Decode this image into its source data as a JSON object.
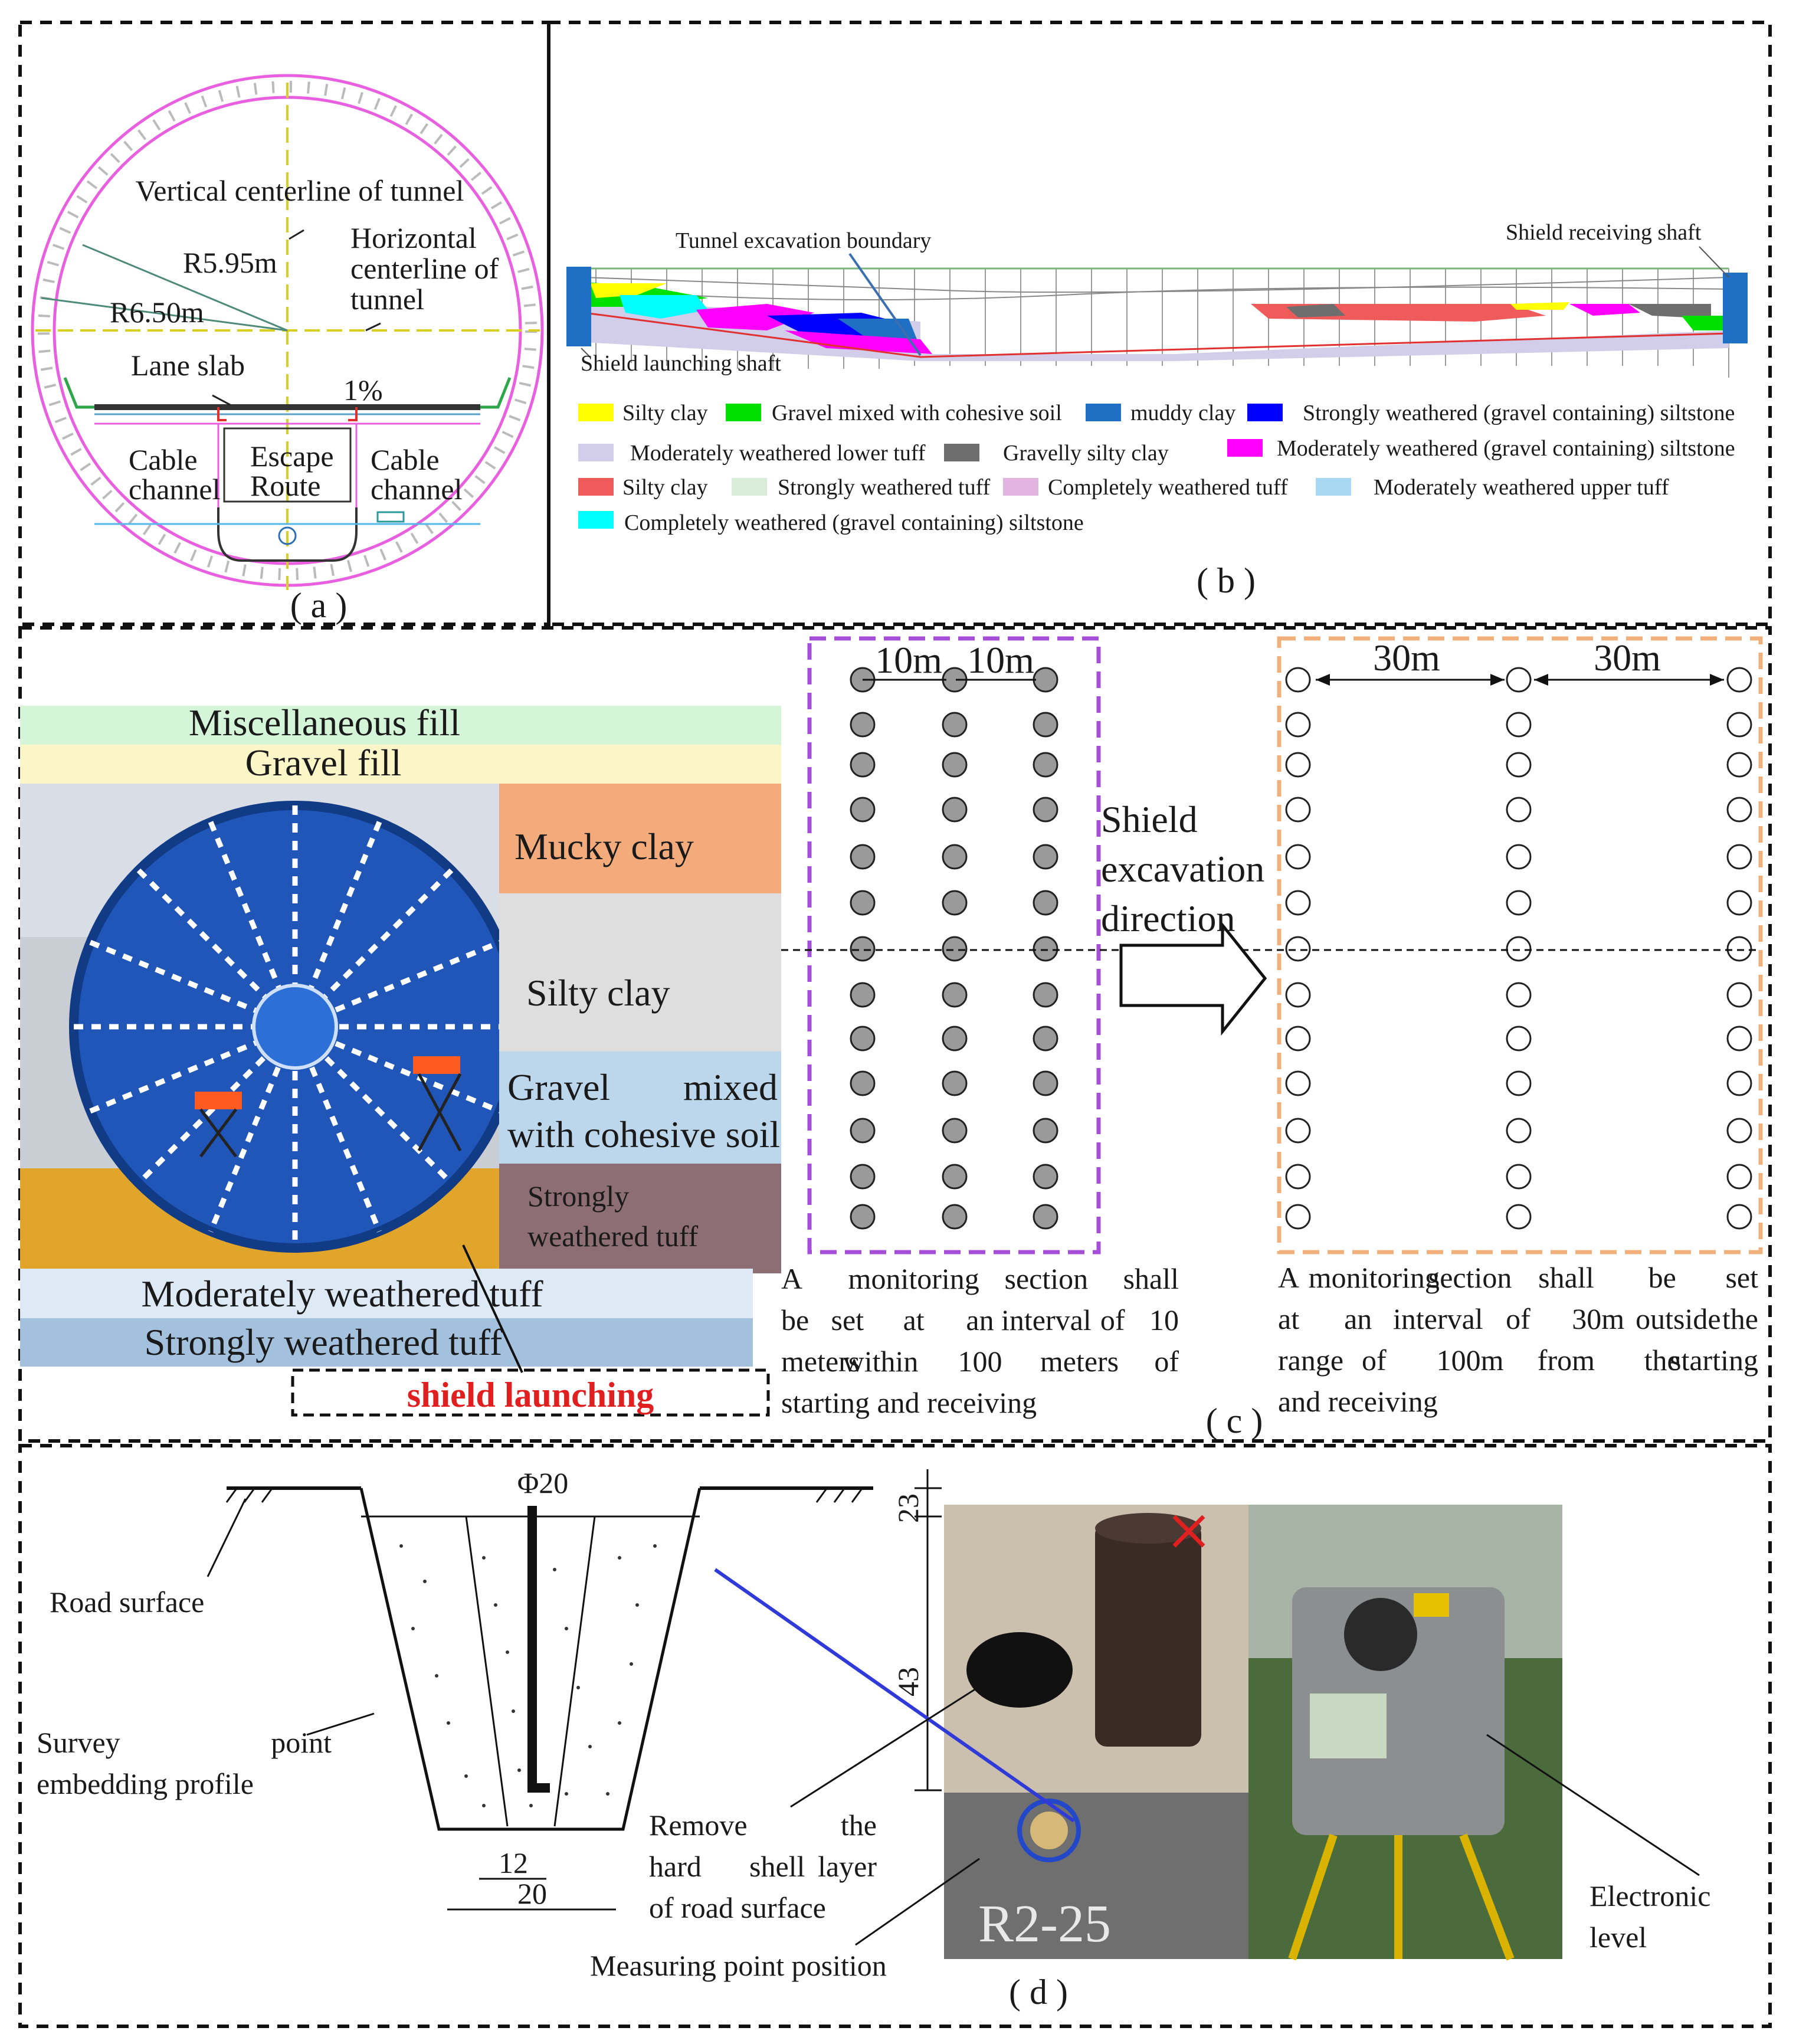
{
  "panels": {
    "a": {
      "label": "( a )",
      "vertical_centerline": "Vertical centerline of tunnel",
      "horizontal_centerline": [
        "Horizontal",
        "centerline of",
        "tunnel"
      ],
      "r_inner": "R5.95m",
      "r_outer": "R6.50m",
      "lane_slab": "Lane slab",
      "slope": "1%",
      "cable_left": [
        "Cable",
        "channel"
      ],
      "escape": [
        "Escape",
        "Route"
      ],
      "cable_right": [
        "Cable",
        "channel"
      ]
    },
    "b": {
      "label": "( b )",
      "excavation_boundary": "Tunnel excavation boundary",
      "launching_shaft": "Shield launching shaft",
      "receiving_shaft": "Shield receiving shaft",
      "legend": [
        {
          "label": "Silty clay",
          "color": "#ffff00"
        },
        {
          "label": "Gravel mixed with cohesive soil",
          "color": "#00e000"
        },
        {
          "label": "muddy clay",
          "color": "#1f6fc4"
        },
        {
          "label": "Strongly weathered (gravel containing) siltstone",
          "color": "#0000ff"
        },
        {
          "label": "Moderately weathered lower tuff",
          "color": "#d2cde8"
        },
        {
          "label": "Gravelly silty clay",
          "color": "#6e6e6e"
        },
        {
          "label": "Moderately weathered (gravel containing) siltstone",
          "color": "#ff00ff"
        },
        {
          "label": "Silty clay",
          "color": "#ef5b5b"
        },
        {
          "label": "Strongly weathered tuff",
          "color": "#d8ecd8"
        },
        {
          "label": "Completely weathered tuff",
          "color": "#e2b5e0"
        },
        {
          "label": "Moderately weathered upper tuff",
          "color": "#a8d8f2"
        },
        {
          "label": "Completely weathered (gravel containing) siltstone",
          "color": "#00ffff"
        }
      ]
    },
    "c": {
      "label": "( c )",
      "strata": [
        {
          "label": "Miscellaneous fill",
          "color": "#d5f5d8"
        },
        {
          "label": "Gravel fill",
          "color": "#fbf6c8"
        },
        {
          "label": "Mucky clay",
          "color": "#f3ab7c"
        },
        {
          "label": "Silty clay",
          "color": "#dedede"
        },
        {
          "label": [
            "Gravel",
            "mixed",
            "with cohesive soil"
          ],
          "color": "#bcd7ec"
        },
        {
          "label": [
            "Strongly",
            "weathered tuff"
          ],
          "color": "#8d6e74"
        },
        {
          "label": "Moderately weathered tuff",
          "color": "#dde9f5"
        },
        {
          "label": "Strongly weathered tuff",
          "color": "#a3c0dd"
        }
      ],
      "shield_launching": "shield launching",
      "spacing_near": "10m",
      "spacing_far": "30m",
      "direction": [
        "Shield",
        "excavation",
        "direction"
      ],
      "note_near": [
        [
          "A",
          "monitoring",
          "section",
          "shall"
        ],
        [
          "be",
          "set",
          "at",
          "an",
          "interval",
          "of",
          "10"
        ],
        [
          "meters",
          "within",
          "100",
          "meters",
          "of"
        ],
        [
          "starting and receiving"
        ]
      ],
      "note_far": [
        [
          "A",
          "monitoring",
          "section",
          "shall",
          "be",
          "set"
        ],
        [
          "at",
          "an",
          "interval",
          "of",
          "30m",
          "outside",
          "the"
        ],
        [
          "range",
          "of",
          "100m",
          "from",
          "the",
          "starting"
        ],
        [
          "and receiving"
        ]
      ]
    },
    "d": {
      "label": "( d )",
      "road_surface": "Road surface",
      "survey_profile": [
        [
          "Survey",
          "point"
        ],
        [
          "embedding profile"
        ]
      ],
      "phi": "Φ20",
      "dim_top": "23",
      "dim_depth": "43",
      "dim_inner": "12",
      "dim_outer": "20",
      "remove": [
        [
          "Remove",
          "the"
        ],
        [
          "hard",
          "shell",
          "layer"
        ],
        [
          "of road surface"
        ]
      ],
      "measuring_point": "Measuring point position",
      "electronic_level": [
        "Electronic",
        "level"
      ],
      "stake": "R2-25"
    }
  }
}
